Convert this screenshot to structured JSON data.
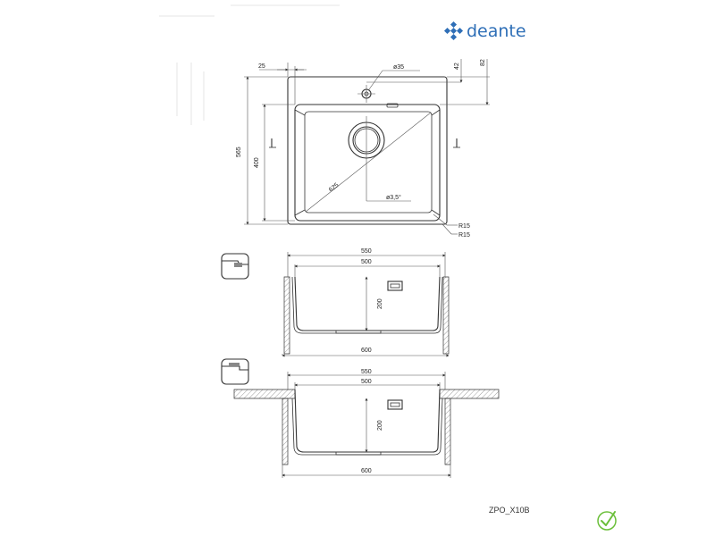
{
  "brand": {
    "name": "deante",
    "color": "#2f6fb7",
    "icon": "deante-diamond-logo-icon"
  },
  "top_view": {
    "dim_edge_offset": "25",
    "dim_tap_hole": "ø35",
    "dim_right_a": "42",
    "dim_right_b": "82",
    "dim_height_outer": "565",
    "dim_height_inner": "400",
    "dim_diagonal": "625",
    "dim_drain_slope": "ø3,5°",
    "radius_inner": "R15",
    "radius_outer": "R15"
  },
  "section_flush": {
    "dim_top_outer": "550",
    "dim_top_inner": "500",
    "dim_depth": "200",
    "dim_bottom": "600",
    "mount_icon": "flush-mount-icon"
  },
  "section_topmount": {
    "dim_top_outer": "550",
    "dim_top_inner": "500",
    "dim_depth": "200",
    "dim_bottom": "600",
    "mount_icon": "undermount-icon"
  },
  "product_code": "ZPO_X10B",
  "approval": {
    "icon": "check-circle-icon",
    "color": "#6bbf3a"
  }
}
